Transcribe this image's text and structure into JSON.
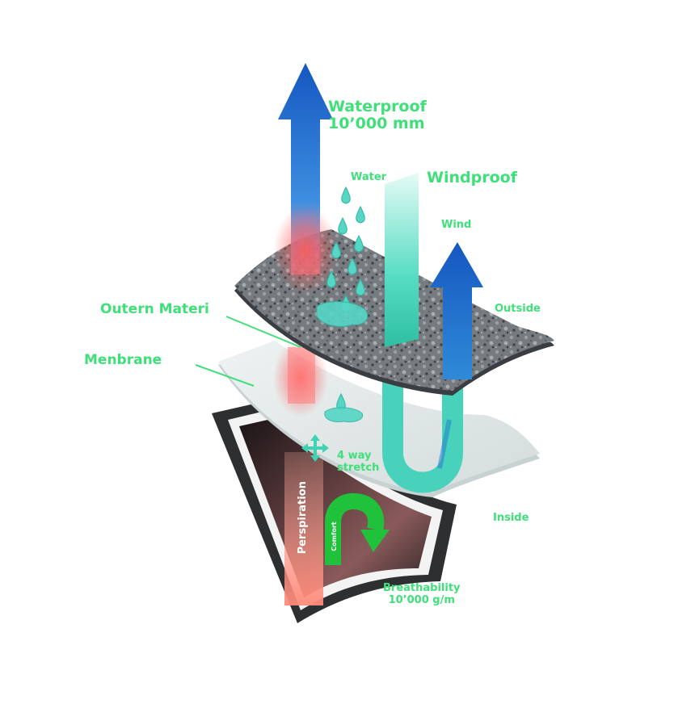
{
  "labels": {
    "waterproof_line1": "Waterproof",
    "waterproof_line2": "10’000 mm",
    "water": "Water",
    "windproof": "Windproof",
    "wind": "Wind",
    "outside": "Outside",
    "outer_material": "Outern Materi",
    "membrane": "Menbrane",
    "stretch_line1": "4 way",
    "stretch_line2": "stretch",
    "perspiration": "Perspiration",
    "comfort": "Comfort",
    "inside": "Inside",
    "breathability_line1": "Breathability",
    "breathability_line2": "10’000 g/m"
  },
  "colors": {
    "label_green": "#3fe07a",
    "arrow_blue": "#1f6fd0",
    "teal": "#3fd3b4",
    "warm_red": "#ff6a6a",
    "fabric_gray": "#6f7478",
    "membrane_gray": "#e7ecec",
    "comfort_green": "#1fc23a",
    "perspiration_text": "#ffffff"
  },
  "icons": [
    "water-drop-icon",
    "four-way-arrows-icon",
    "curved-arrow-icon"
  ]
}
